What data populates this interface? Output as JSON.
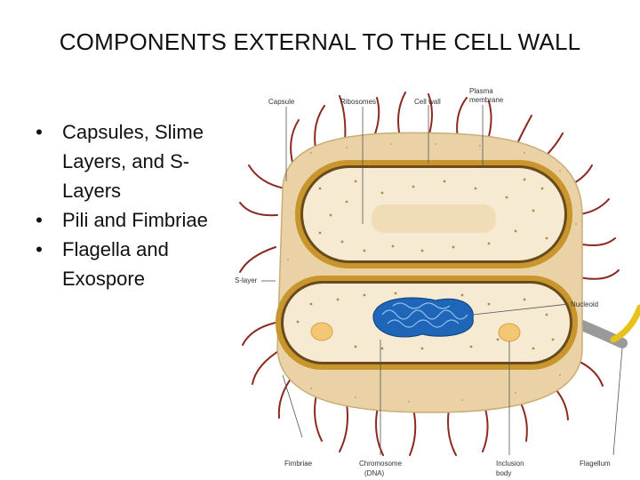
{
  "slide": {
    "title": "COMPONENTS EXTERNAL TO THE CELL WALL",
    "bullets": [
      "Capsules, Slime Layers, and S-Layers",
      "Pili and Fimbriae",
      "Flagella and Exospore"
    ]
  },
  "figure": {
    "labels": {
      "capsule": "Capsule",
      "ribosomes": "Ribosomes",
      "cell_wall": "Cell wall",
      "plasma_membrane_1": "Plasma",
      "plasma_membrane_2": "membrane",
      "s_layer": "S-layer",
      "nucleoid": "Nucleoid",
      "fimbriae": "Fimbriae",
      "chromosome_1": "Chromosome",
      "chromosome_2": "(DNA)",
      "inclusion_1": "Inclusion",
      "inclusion_2": "body",
      "flagellum": "Flagellum"
    },
    "colors": {
      "capsule": "#ead2a6",
      "cytoplasm": "#f6ebd2",
      "wall": "#c8962d",
      "membrane": "#6a4a1c",
      "fimbriae": "#8a2a22",
      "dna": "#1f66b8",
      "flagellum": "#e8c21a"
    }
  }
}
